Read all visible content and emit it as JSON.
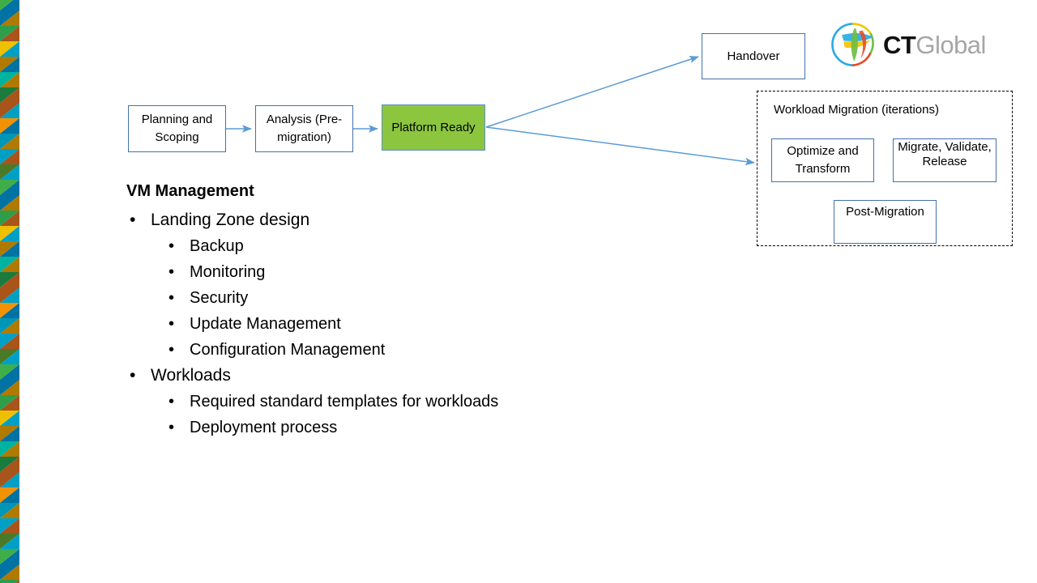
{
  "brand": {
    "logo_icon": "ct-global-globe-icon",
    "name_bold": "CT",
    "name_light": "Global",
    "colors": {
      "globe_blue": "#29ABE2",
      "globe_yellow": "#F5C400",
      "globe_green": "#6FBE44",
      "globe_red": "#E64A23",
      "wordmark_bold": "#101010",
      "wordmark_light": "#A6A6A6"
    }
  },
  "edge_band": {
    "name": "decorative-triangle-stripe",
    "palette": [
      "#A8541A",
      "#3FAE49",
      "#00B3A0",
      "#00A0C6",
      "#EFC000",
      "#F39200",
      "#0072A3",
      "#1B7A3D",
      "#4A7A28",
      "#B07A00",
      "#0096B7",
      "#2E9E4A"
    ]
  },
  "diagram": {
    "boxes": {
      "planning": "Planning and Scoping",
      "analysis": "Analysis (Pre-migration)",
      "platform": "Platform Ready",
      "handover": "Handover",
      "optimize": "Optimize and Transform",
      "migrate": "Migrate, Validate, Release",
      "post_migration": "Post-Migration"
    },
    "group_title": "Workload Migration (iterations)",
    "colors": {
      "box_border": "#4472A8",
      "box_fill": "#FFFFFF",
      "highlight_fill": "#8CC63F",
      "connector": "#5B9BD5",
      "group_border": "#000000"
    }
  },
  "content": {
    "heading": "VM Management",
    "bullets": [
      {
        "level": 1,
        "marker": "•",
        "text": "Landing Zone design",
        "children": [
          {
            "level": 2,
            "marker": "•",
            "text": "Backup"
          },
          {
            "level": 2,
            "marker": "•",
            "text": "Monitoring"
          },
          {
            "level": 2,
            "marker": "•",
            "text": "Security"
          },
          {
            "level": 2,
            "marker": "•",
            "text": "Update Management"
          },
          {
            "level": 2,
            "marker": "•",
            "text": "Configuration Management"
          }
        ]
      },
      {
        "level": 1,
        "marker": "•",
        "text": "Workloads",
        "children": [
          {
            "level": 2,
            "marker": "•",
            "text": "Required standard templates for workloads"
          },
          {
            "level": 2,
            "marker": "•",
            "text": "Deployment process"
          }
        ]
      }
    ]
  }
}
